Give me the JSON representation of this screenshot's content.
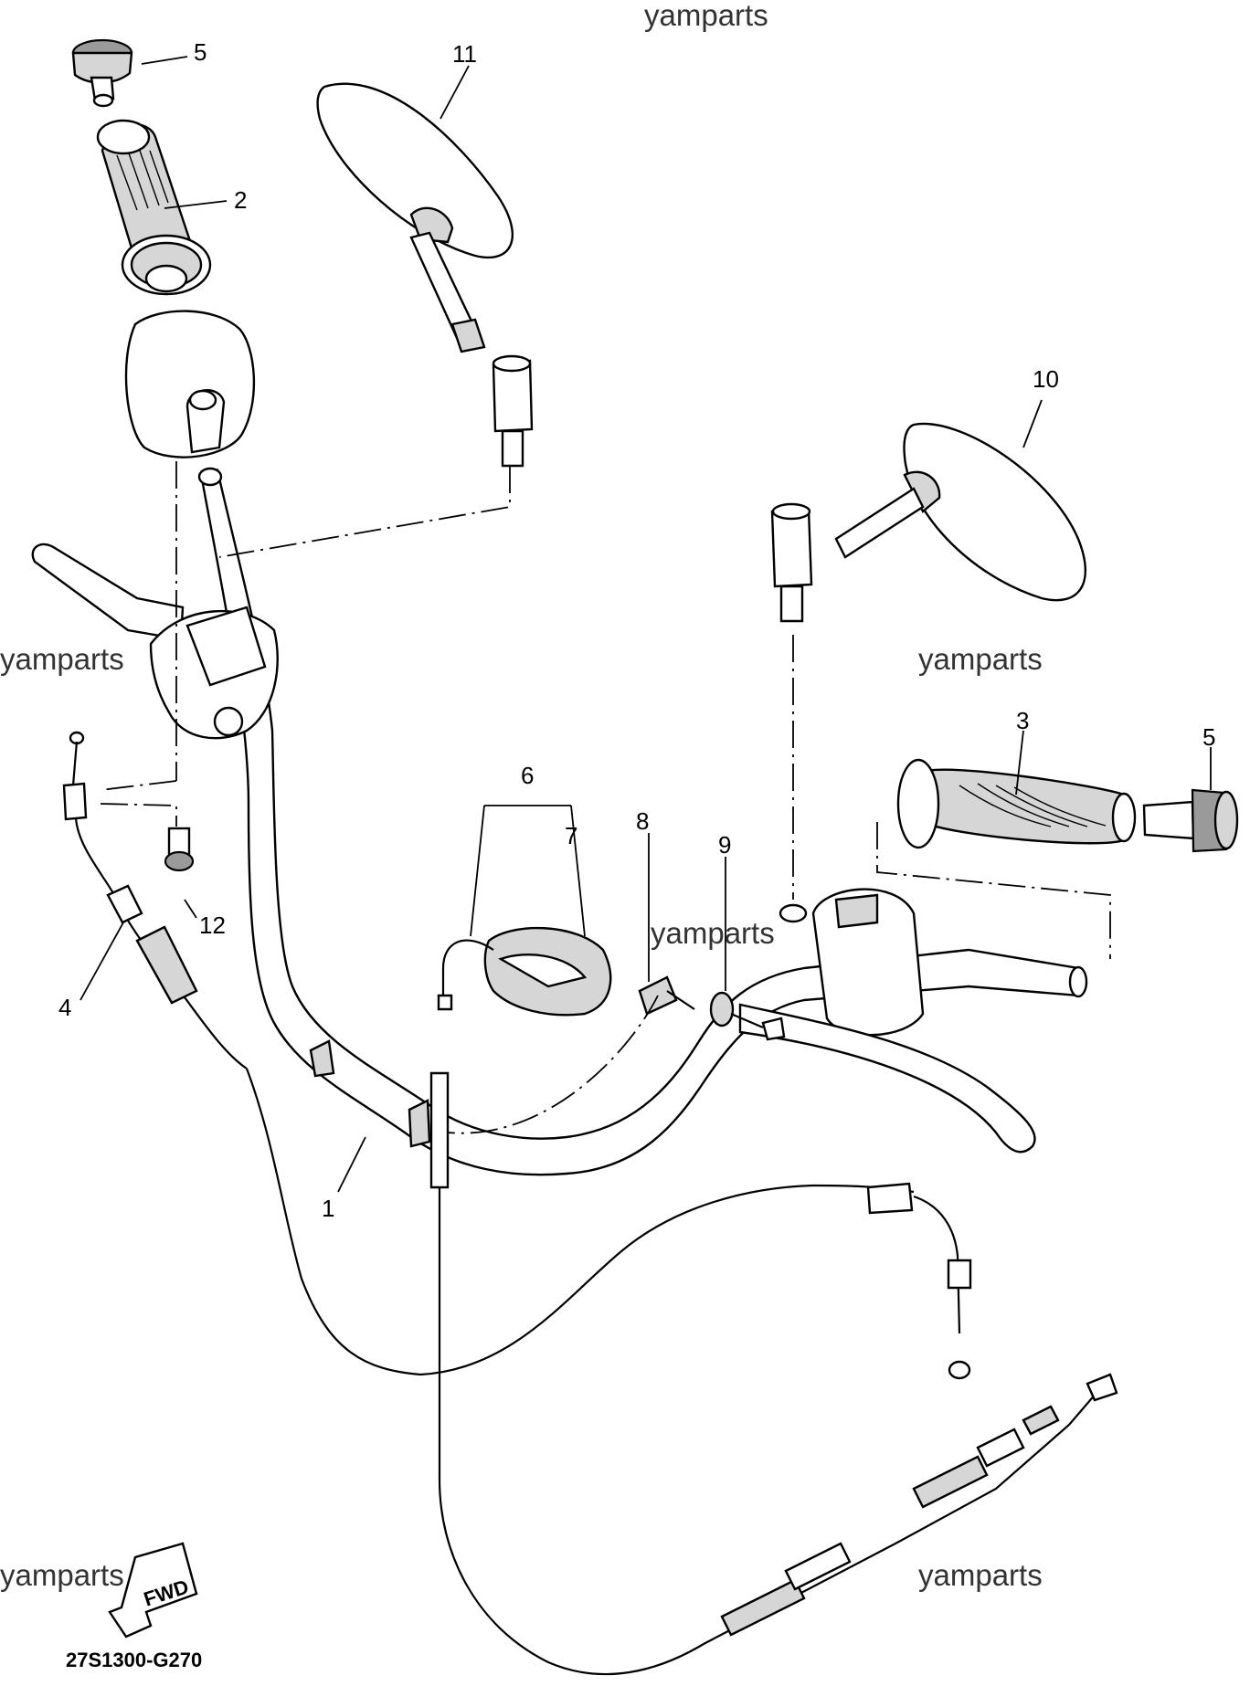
{
  "watermarks": [
    "yamparts",
    "yamparts",
    "yamparts",
    "yamparts",
    "yamparts",
    "yamparts"
  ],
  "callouts": {
    "c1": "1",
    "c2": "2",
    "c3": "3",
    "c4": "4",
    "c5a": "5",
    "c5b": "5",
    "c6": "6",
    "c7": "7",
    "c8": "8",
    "c9": "9",
    "c10": "10",
    "c11": "11",
    "c12": "12"
  },
  "fwd_label": "FWD",
  "diagram_code": "27S1300-G270"
}
